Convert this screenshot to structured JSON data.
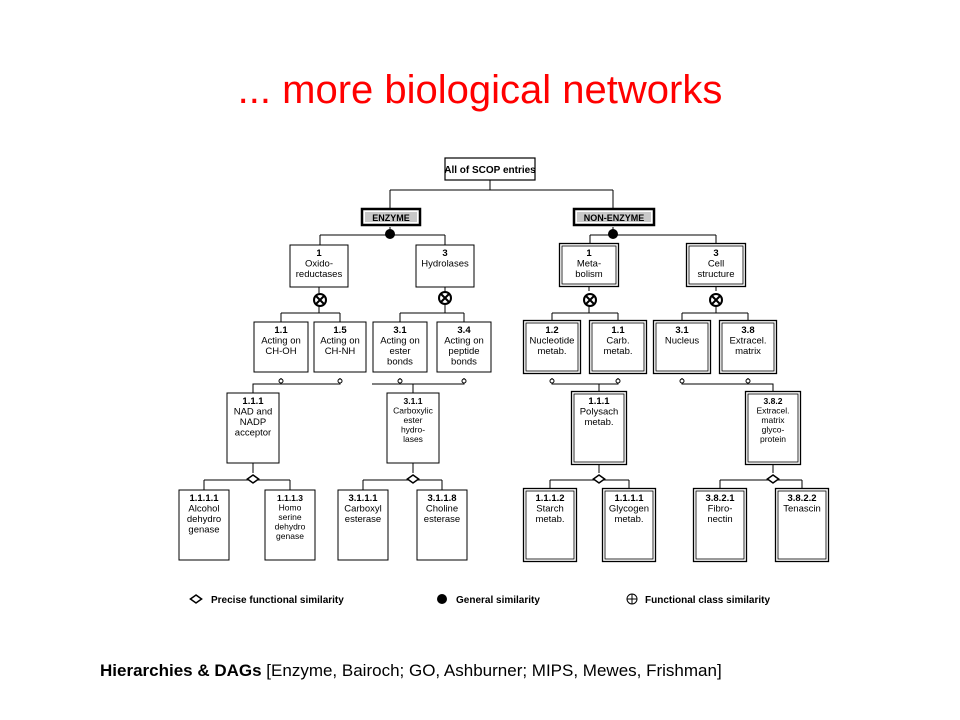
{
  "slide": {
    "title": "... more biological networks",
    "caption_bold": "Hierarchies & DAGs",
    "caption_rest": " [Enzyme, Bairoch; GO, Ashburner; MIPS, Mewes, Frishman]"
  },
  "diagram": {
    "root": "All of SCOP entries",
    "enzyme": "ENZYME",
    "non_enzyme": "NON-ENZYME",
    "boxes": {
      "b1": [
        "1",
        "Oxido-",
        "reductases"
      ],
      "b3": [
        "3",
        "Hydrolases"
      ],
      "n1": [
        "1",
        "Meta-",
        "bolism"
      ],
      "n3": [
        "3",
        "Cell",
        "structure"
      ],
      "b11": [
        "1.1",
        "Acting on",
        "CH-OH"
      ],
      "b15": [
        "1.5",
        "Acting on",
        "CH-NH"
      ],
      "b31": [
        "3.1",
        "Acting on",
        "ester",
        "bonds"
      ],
      "b34": [
        "3.4",
        "Acting on",
        "peptide",
        "bonds"
      ],
      "n12": [
        "1.2",
        "Nucleotide",
        "metab."
      ],
      "n11": [
        "1.1",
        "Carb.",
        "metab."
      ],
      "n31": [
        "3.1",
        "Nucleus"
      ],
      "n38": [
        "3.8",
        "Extracel.",
        "matrix"
      ],
      "b111": [
        "1.1.1",
        "NAD and",
        "NADP",
        "acceptor"
      ],
      "b311": [
        "3.1.1",
        "Carboxylic",
        "ester",
        "hydro-",
        "lases"
      ],
      "n111": [
        "1.1.1",
        "Polysach",
        "metab."
      ],
      "n382": [
        "3.8.2",
        "Extracel.",
        "matrix",
        "glyco-",
        "protein"
      ],
      "b1111": [
        "1.1.1.1",
        "Alcohol",
        "dehydro",
        "genase"
      ],
      "b1113": [
        "1.1.1.3",
        "Homo",
        "serine",
        "dehydro",
        "genase"
      ],
      "b3111": [
        "3.1.1.1",
        "Carboxyl",
        "esterase"
      ],
      "b3118": [
        "3.1.1.8",
        "Choline",
        "esterase"
      ],
      "n1112": [
        "1.1.1.2",
        "Starch",
        "metab."
      ],
      "n1111": [
        "1.1.1.1",
        "Glycogen",
        "metab."
      ],
      "n3821": [
        "3.8.2.1",
        "Fibro-",
        "nectin"
      ],
      "n3822": [
        "3.8.2.2",
        "Tenascin"
      ]
    },
    "legend": {
      "precise": "Precise functional similarity",
      "general": "General similarity",
      "class": "Functional class similarity"
    }
  }
}
